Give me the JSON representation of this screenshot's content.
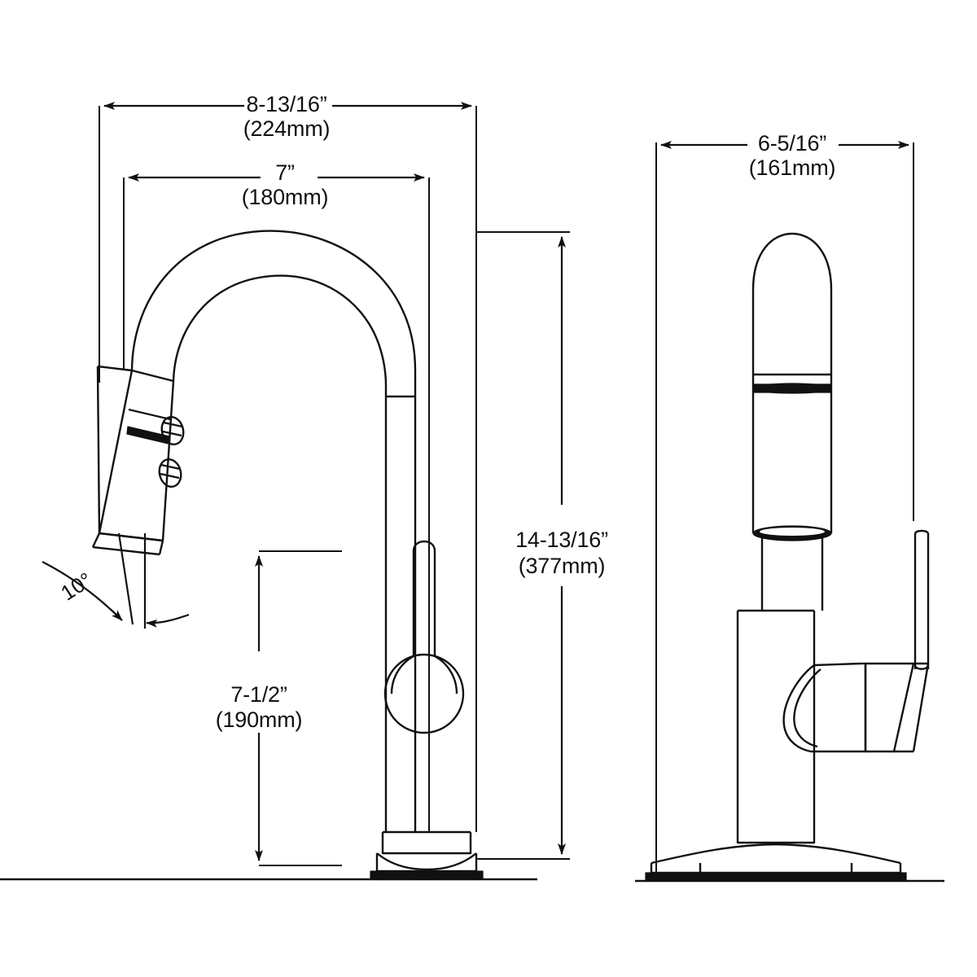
{
  "drawing": {
    "type": "technical-dimension-drawing",
    "subject": "pull-down kitchen faucet",
    "background_color": "#ffffff",
    "line_color": "#111111",
    "views": [
      {
        "id": "front-view",
        "name": "front elevation",
        "position": "left"
      },
      {
        "id": "side-view",
        "name": "side elevation",
        "position": "right"
      }
    ]
  },
  "dimensions": {
    "spout_reach_outer": {
      "name": "overall-spout-reach",
      "imperial": "8-13/16”",
      "metric": "(224mm)",
      "orientation": "horizontal",
      "view": "front-view"
    },
    "spout_reach_inner": {
      "name": "effective-spout-reach",
      "imperial": "7”",
      "metric": "(180mm)",
      "orientation": "horizontal",
      "view": "front-view"
    },
    "overall_height": {
      "name": "overall-height",
      "imperial": "14-13/16”",
      "metric": "(377mm)",
      "orientation": "vertical",
      "view": "front-view"
    },
    "spout_clearance": {
      "name": "spout-clearance-height",
      "imperial": "7-1/2”",
      "metric": "(190mm)",
      "orientation": "vertical",
      "view": "front-view"
    },
    "spray_head_angle": {
      "name": "spray-head-tilt-angle",
      "value": "10°",
      "orientation": "angular",
      "view": "front-view"
    },
    "side_depth": {
      "name": "base-plate-depth",
      "imperial": "6-5/16”",
      "metric": "(161mm)",
      "orientation": "horizontal",
      "view": "side-view"
    }
  },
  "parts": {
    "front": {
      "gooseneck": "gooseneck-arc",
      "spray_head": "pull-down-spray-head",
      "spray_buttons": [
        "spray-mode-button-upper",
        "spray-mode-button-lower"
      ],
      "collar_band": "spray-head-collar",
      "handle": "lever-handle-ball",
      "column": "faucet-column",
      "base": "base-collar",
      "deck_plate": "deck-plate"
    },
    "side": {
      "spray_head": "pull-down-spray-head",
      "collar_band": "spray-head-collar",
      "lower_ring": "spray-head-lower-ring",
      "column": "faucet-column",
      "handle_hub": "handle-hub",
      "lever_arm": "lever-arm",
      "deck_plate": "deck-plate"
    }
  }
}
